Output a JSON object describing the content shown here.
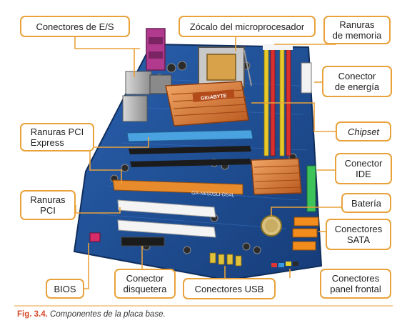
{
  "labels": {
    "io_connectors": "Conectores de E/S",
    "cpu_socket": "Zócalo del microprocesador",
    "memory_slots": "Ranuras\nde memoria",
    "power_connector": "Conector\nde energía",
    "chipset": "Chipset",
    "pci_express": "Ranuras PCI\nExpress",
    "ide_connector": "Conector\nIDE",
    "battery": "Batería",
    "pci_slots": "Ranuras\nPCI",
    "sata_connectors": "Conectores\nSATA",
    "bios": "BIOS",
    "floppy_connector": "Conector\ndisquetera",
    "usb_connectors": "Conectores USB",
    "front_panel_connectors": "Conectores\npanel frontal"
  },
  "board_model": "GA-N6S0SLI-DS4L",
  "heatsink_brand": "GIGABYTE",
  "caption": {
    "figure": "Fig. 3.4.",
    "text": "Componentes de la placa base."
  },
  "colors": {
    "label_border": "#e9a23b",
    "leader_line": "#e9a23b",
    "board": "#1f4f96",
    "caption_figure": "#d5492a"
  }
}
